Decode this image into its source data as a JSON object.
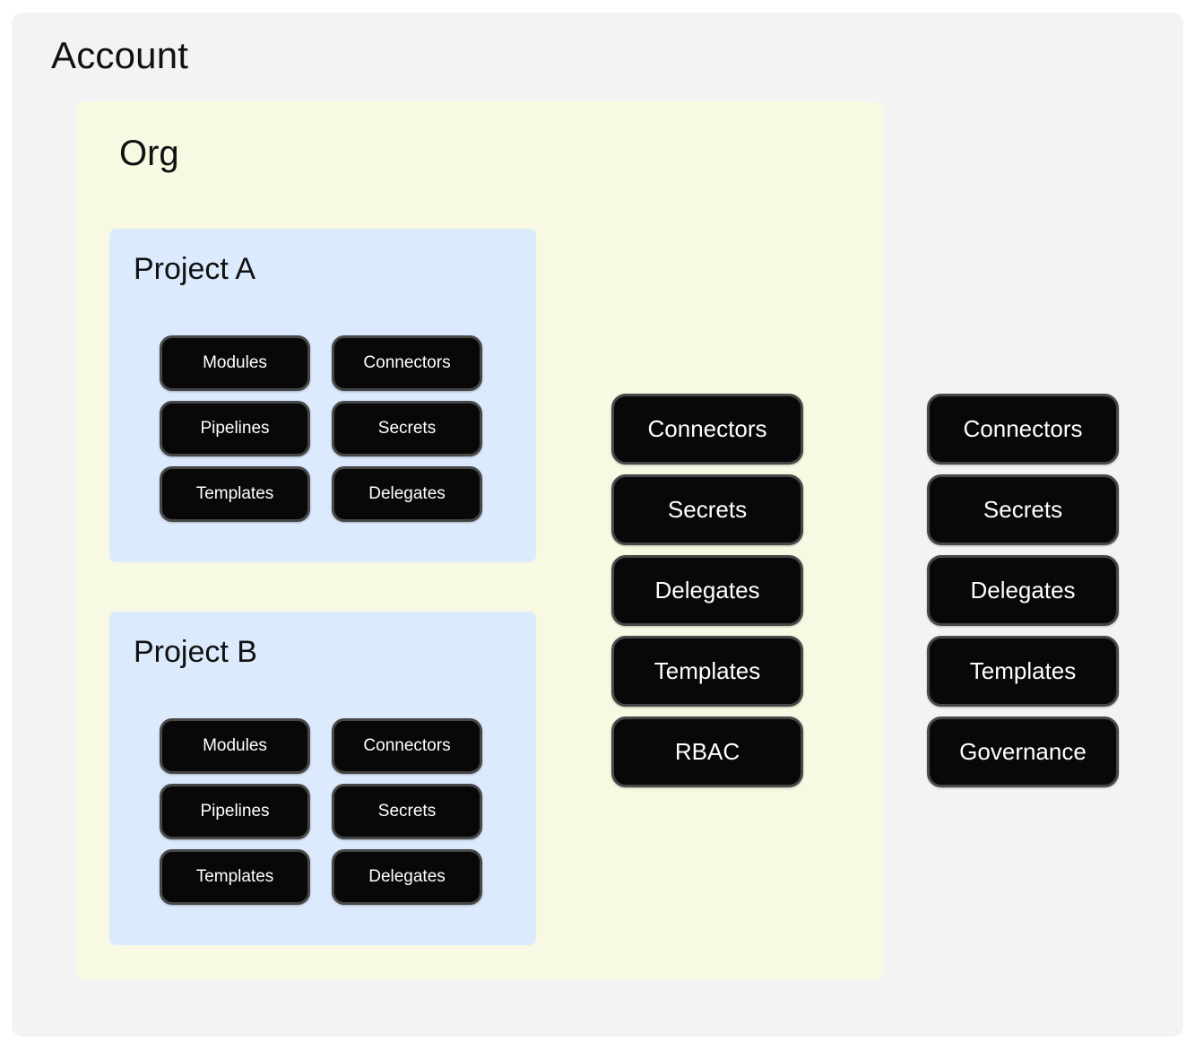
{
  "account": {
    "title": "Account",
    "services": [
      "Connectors",
      "Secrets",
      "Delegates",
      "Templates",
      "Governance"
    ]
  },
  "org": {
    "title": "Org",
    "services": [
      "Connectors",
      "Secrets",
      "Delegates",
      "Templates",
      "RBAC"
    ],
    "projects": [
      {
        "title": "Project A",
        "services": [
          "Modules",
          "Connectors",
          "Pipelines",
          "Secrets",
          "Templates",
          "Delegates"
        ]
      },
      {
        "title": "Project B",
        "services": [
          "Modules",
          "Connectors",
          "Pipelines",
          "Secrets",
          "Templates",
          "Delegates"
        ]
      }
    ]
  },
  "colors": {
    "account_bg": "#f3f3f4",
    "org_bg": "#f7f9e2",
    "project_bg": "#dbeafc",
    "pill_bg": "#080808",
    "pill_border": "#474747",
    "pill_text": "#ffffff",
    "heading_text": "#111111"
  }
}
